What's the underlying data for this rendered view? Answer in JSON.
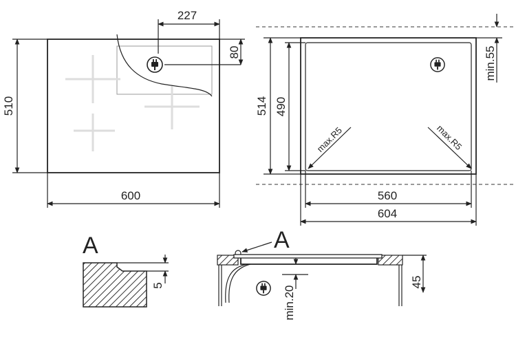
{
  "dimensions": {
    "top_view": {
      "width": "600",
      "depth": "510",
      "socket_x": "227",
      "socket_y": "80"
    },
    "cutout": {
      "outer_width": "604",
      "inner_width": "560",
      "outer_depth": "514",
      "inner_depth": "490",
      "min_front": "min.55",
      "radius_left": "max.R5",
      "radius_right": "max.R5"
    },
    "detail": {
      "label": "A",
      "edge": "5"
    },
    "section": {
      "label": "A",
      "height": "45",
      "clearance": "min.20"
    }
  },
  "icons": [
    "plug-icon"
  ]
}
